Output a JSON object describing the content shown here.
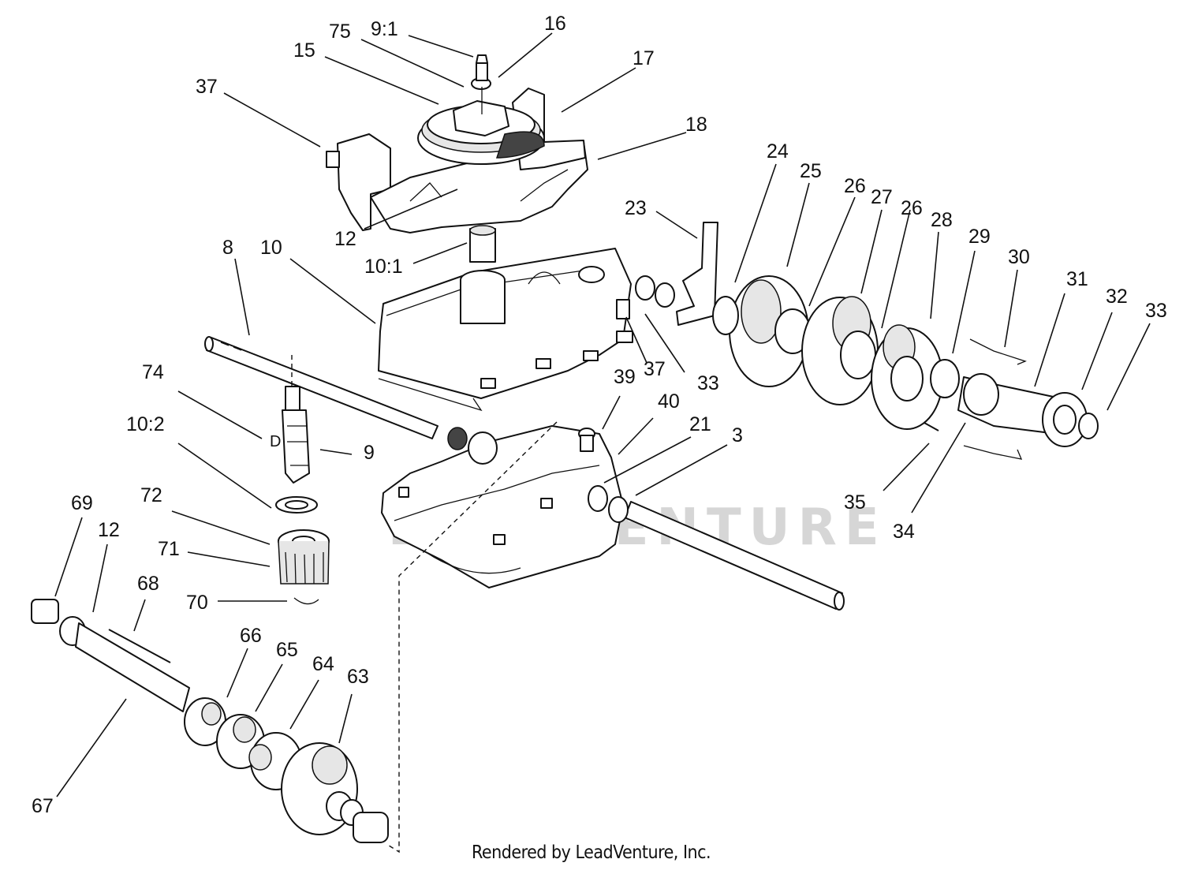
{
  "labels": {
    "l_9_1": "9:1",
    "l_75": "75",
    "l_16": "16",
    "l_15": "15",
    "l_17": "17",
    "l_37a": "37",
    "l_18": "18",
    "l_12a": "12",
    "l_10_1": "10:1",
    "l_8": "8",
    "l_10": "10",
    "l_23": "23",
    "l_24": "24",
    "l_25": "25",
    "l_26a": "26",
    "l_27": "27",
    "l_26b": "26",
    "l_28": "28",
    "l_29": "29",
    "l_30": "30",
    "l_31": "31",
    "l_32": "32",
    "l_33a": "33",
    "l_33b": "33",
    "l_37b": "37",
    "l_39": "39",
    "l_40": "40",
    "l_21": "21",
    "l_3": "3",
    "l_35": "35",
    "l_34": "34",
    "l_74": "74",
    "l_10_2": "10:2",
    "l_9": "9",
    "l_69": "69",
    "l_12b": "12",
    "l_72": "72",
    "l_71": "71",
    "l_68": "68",
    "l_70": "70",
    "l_66": "66",
    "l_65": "65",
    "l_64": "64",
    "l_63": "63",
    "l_67": "67"
  },
  "watermark": "LEADVENTURE",
  "footer": "Rendered by LeadVenture, Inc."
}
